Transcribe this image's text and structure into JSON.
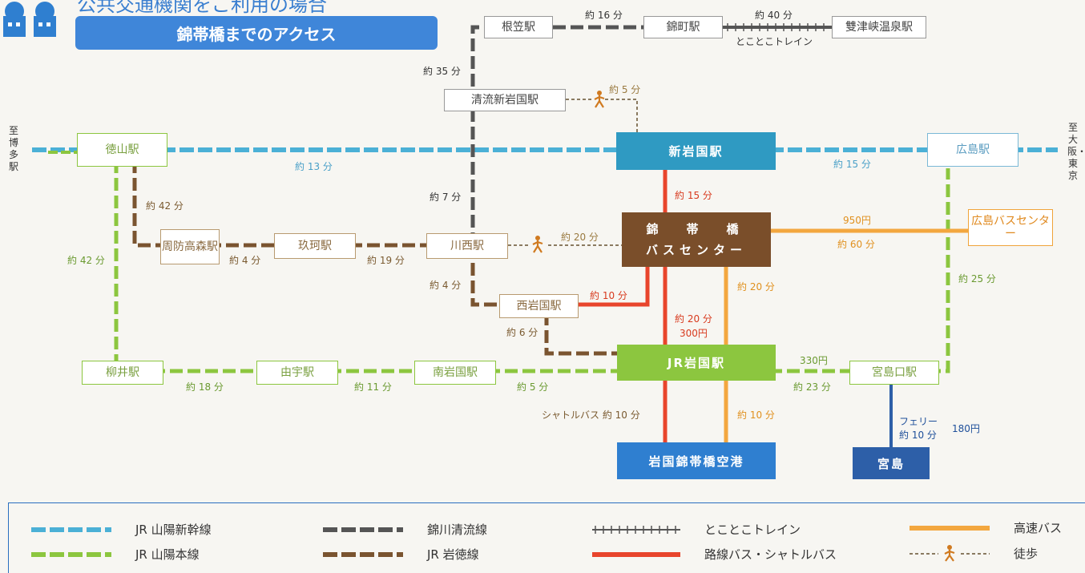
{
  "header": {
    "top_title": "公共交通機関をご利用の場合",
    "banner": "錦帯橋までのアクセス"
  },
  "colors": {
    "shinkansen": "#4bb0d6",
    "sanyo": "#8cc63f",
    "nishikigawa": "#555555",
    "gantoku": "#7a5430",
    "tokotoko": "#555555",
    "bus": "#e8452c",
    "highway": "#f3a73f",
    "ferry": "#2d5fa8",
    "hub_kintai": "#7a4e2a",
    "hub_shin": "#2f9ac2",
    "hub_jr": "#8cc63f",
    "hub_airport": "#2f7fd0",
    "hub_miyajima": "#2d5fa8"
  },
  "stations": {
    "negasa": "根笠駅",
    "nishikicho": "錦町駅",
    "sotsu": "雙津峡温泉駅",
    "seiryu": "清流新岩国駅",
    "tokuyama": "徳山駅",
    "hiroshima": "広島駅",
    "suo_takamori": "周防高森駅",
    "kuga": "玖珂駅",
    "kawanishi": "川西駅",
    "nishi_iwakuni": "西岩国駅",
    "hiroshima_bus": "広島バスセンター",
    "yanai": "柳井駅",
    "yu": "由宇駅",
    "minami_iwakuni": "南岩国駅",
    "miyajimaguchi": "宮島口駅"
  },
  "hubs": {
    "shin_iwakuni": "新岩国駅",
    "kintaikyo_1": "錦　帯　橋",
    "kintaikyo_2": "バスセンター",
    "jr_iwakuni": "JR岩国駅",
    "airport": "岩国錦帯橋空港",
    "miyajima": "宮島"
  },
  "labels": {
    "t16": "約 16 分",
    "t40": "約 40 分",
    "tokotoko": "とことこトレイン",
    "t35": "約 35 分",
    "w5": "約 5 分",
    "t13": "約 13 分",
    "t15b": "約 15 分",
    "t15r": "約 15 分",
    "t42a": "約 42 分",
    "t42b": "約 42 分",
    "t4a": "約 4 分",
    "t19": "約 19 分",
    "t7": "約 7 分",
    "w20": "約 20 分",
    "p950": "950円",
    "t60": "約 60 分",
    "t25": "約 25 分",
    "t4b": "約 4 分",
    "r10": "約 10 分",
    "o20": "約 20 分",
    "r20": "約 20 分",
    "p300": "300円",
    "t6": "約 6 分",
    "p330": "330円",
    "t18": "約 18 分",
    "t11": "約 11 分",
    "t5": "約 5 分",
    "t23": "約 23 分",
    "shuttle": "シャトルバス 約 10 分",
    "o10": "約 10 分",
    "ferry1": "フェリー",
    "ferry2": "約 10 分",
    "p180": "180円"
  },
  "side": {
    "left": "至博多駅",
    "right": "至大阪・東京"
  },
  "legend": [
    {
      "id": "shinkansen",
      "label": "JR 山陽新幹線"
    },
    {
      "id": "sanyo",
      "label": "JR 山陽本線"
    },
    {
      "id": "nishikigawa",
      "label": "錦川清流線"
    },
    {
      "id": "gantoku",
      "label": "JR 岩徳線"
    },
    {
      "id": "tokotoko",
      "label": "とことこトレイン"
    },
    {
      "id": "bus",
      "label": "路線バス・シャトルバス"
    },
    {
      "id": "highway",
      "label": "高速バス"
    },
    {
      "id": "walk",
      "label": "徒歩"
    }
  ]
}
